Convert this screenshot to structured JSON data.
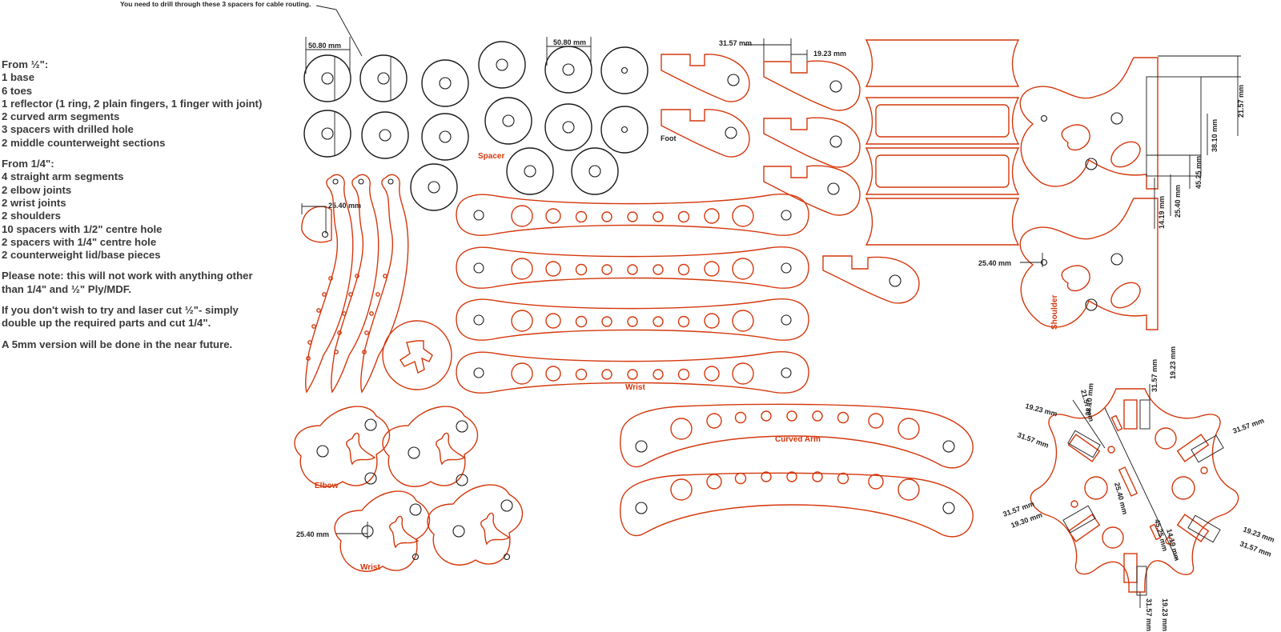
{
  "notes": {
    "half_heading": "From ½\":",
    "half_items": [
      "1 base",
      "6 toes",
      "1 reflector (1 ring, 2 plain fingers, 1 finger with joint)",
      "2 curved arm segments",
      "3 spacers with drilled hole",
      "2 middle counterweight sections"
    ],
    "quarter_heading": "From 1/4\":",
    "quarter_items": [
      "4 straight arm segments",
      "2 elbow joints",
      "2 wrist joints",
      "2 shoulders",
      "10 spacers with 1/2\" centre hole",
      "2 spacers with 1/4\" centre hole",
      "2 counterweight lid/base pieces"
    ],
    "note1_line1": "Please note: this will not work with anything other",
    "note1_line2": "than 1/4\" and ½\" Ply/MDF.",
    "note2_line1": "If you don't wish to try and laser cut ½\"- simply",
    "note2_line2": "double up the required parts and cut 1/4\".",
    "note3": "A 5mm version will be done in the near future."
  },
  "annotation": "You need to drill through these 3 spacers for cable routing.",
  "labels": {
    "spacer": "Spacer",
    "foot": "Foot",
    "wrist_arm": "Wrist",
    "curved_arm": "Curved Arm",
    "elbow": "Elbow",
    "wrist_joint": "Wrist",
    "shoulder": "Shoulder"
  },
  "dimensions": {
    "spacer_dia_left": "50.80 mm",
    "spacer_dia_right": "50.80 mm",
    "foot_a": "31.57 mm",
    "foot_b": "19.23 mm",
    "finger_radius": "25.40 mm",
    "shoulder_radius": "25.40 mm",
    "wrist_radius": "25.40 mm",
    "cw_v1": "21.57 mm",
    "cw_v2": "38.10 mm",
    "cw_v3": "45.25 mm",
    "cw_v4": "25.40 mm",
    "cw_v5": "14.19 mm",
    "base_1": "31.57 mm",
    "base_2": "19.23 mm",
    "base_3": "21.57 mm",
    "base_4": "38.10 mm",
    "base_5": "19.23 mm",
    "base_6": "31.57 mm",
    "base_7": "31.57 mm",
    "base_8": "31.57 mm",
    "base_9": "19.30 mm",
    "base_10": "25.40 mm",
    "base_11": "45.25 mm",
    "base_12": "14.19 mm",
    "base_13": "19.23 mm",
    "base_14": "31.57 mm",
    "base_15": "31.57 mm",
    "base_16": "19.23 mm"
  },
  "colors": {
    "cut_red": "#d4380d",
    "ink": "#1a1a1a",
    "text": "#3a3a3a"
  }
}
